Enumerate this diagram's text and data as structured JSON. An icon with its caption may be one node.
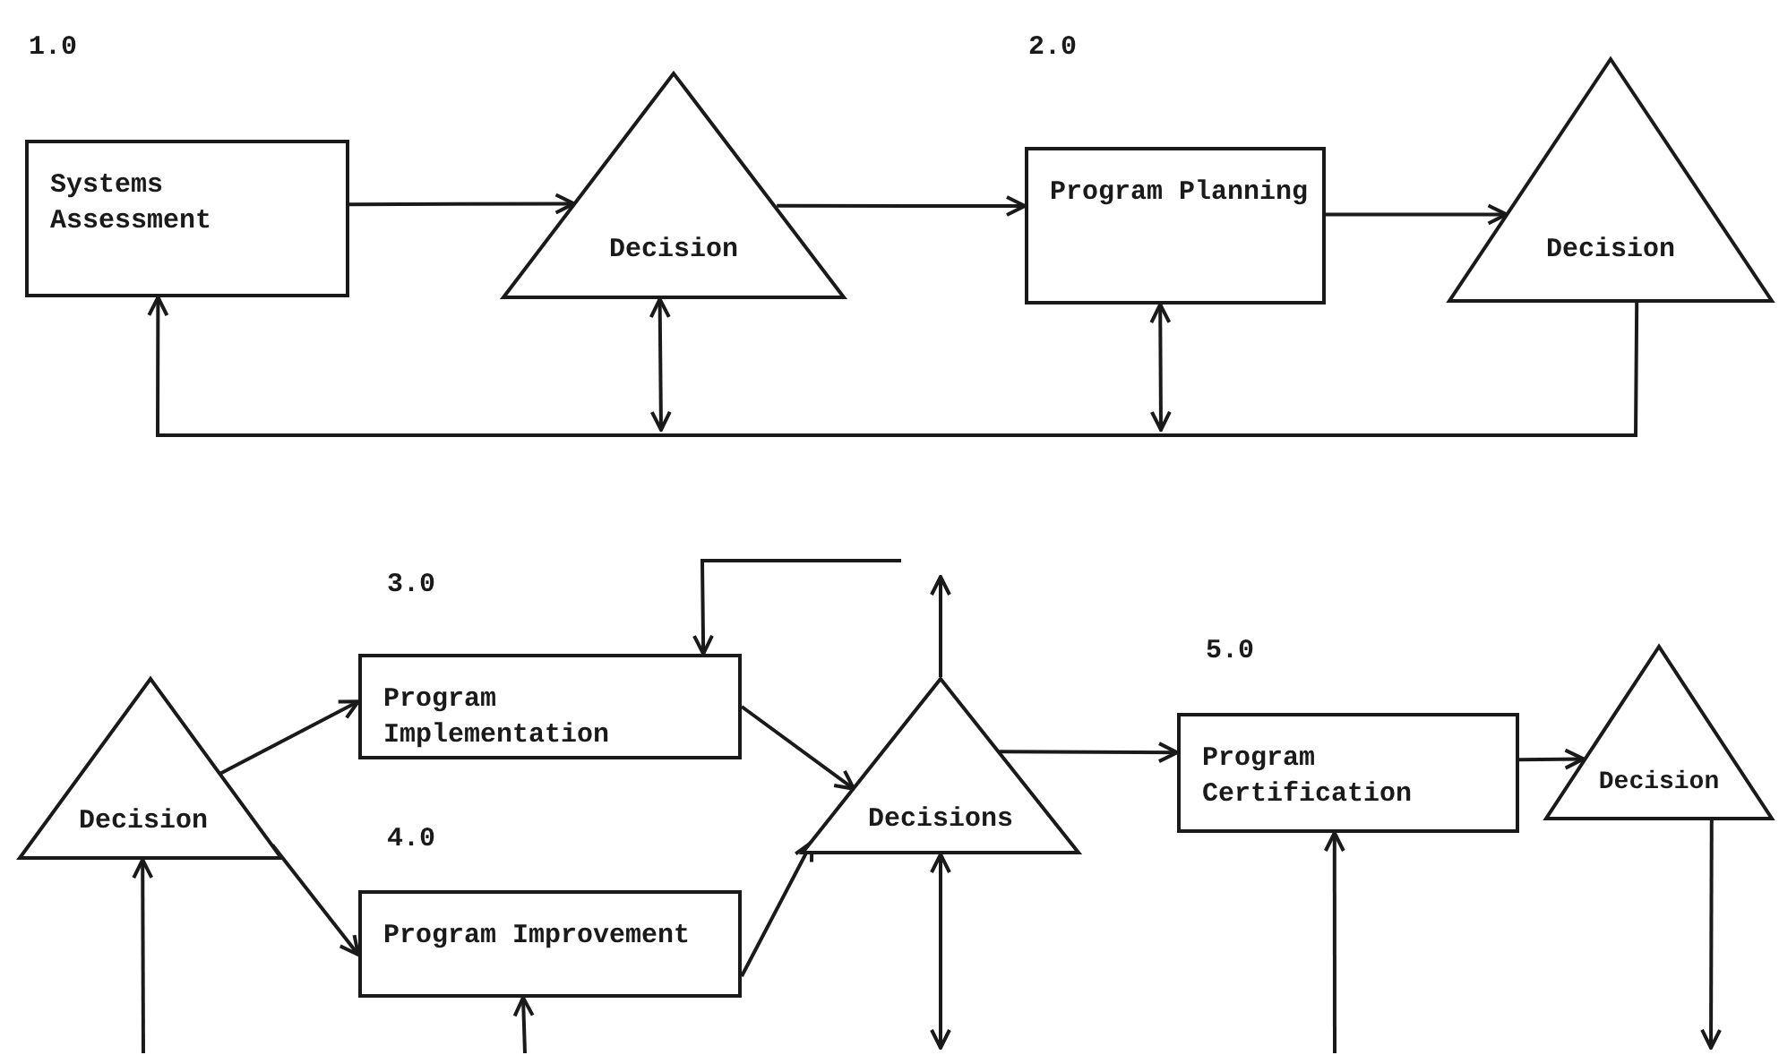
{
  "diagram": {
    "nodes": [
      {
        "text": [
          "Systems Assessment"
        ],
        "beside": [
          "1.0"
        ]
      },
      {
        "text": [
          "Decision"
        ]
      },
      {
        "text": [
          "Program Planning"
        ],
        "beside": [
          "2.0"
        ]
      },
      {
        "text": [
          "Decision"
        ]
      },
      {
        "text": [
          "Decision"
        ]
      },
      {
        "text": [
          "Program Implementation"
        ],
        "beside": [
          "3.0"
        ]
      },
      {
        "text": [
          "Program Improvement"
        ],
        "beside": [
          "4.0"
        ]
      },
      {
        "text": [
          "Decisions"
        ]
      },
      {
        "text": [
          "Program Certification"
        ],
        "beside": [
          "5.0"
        ]
      },
      {
        "text": [
          "Decision"
        ]
      }
    ],
    "edges": [
      {
        "from": 0,
        "to": 1,
        "arrow": "to"
      },
      {
        "from": 1,
        "to": 2,
        "arrow": "to"
      },
      {
        "from": 2,
        "to": 3,
        "arrow": "to"
      },
      {
        "from": 3,
        "to": 0,
        "arrow": "to"
      },
      {
        "from": 1,
        "to": null,
        "arrow": "both"
      },
      {
        "from": 2,
        "to": null,
        "arrow": "both"
      },
      {
        "from": 4,
        "to": 5,
        "arrow": "to"
      },
      {
        "from": 4,
        "to": 6,
        "arrow": "to"
      },
      {
        "from": 5,
        "to": 7,
        "arrow": "to"
      },
      {
        "from": 6,
        "to": 7,
        "arrow": "to"
      },
      {
        "from": 7,
        "to": 8,
        "arrow": "to"
      },
      {
        "from": 8,
        "to": 9,
        "arrow": "to"
      },
      {
        "from": 7,
        "to": null,
        "arrow": "to"
      },
      {
        "from": null,
        "to": 5,
        "arrow": "to"
      },
      {
        "from": 7,
        "to": null,
        "arrow": "both"
      },
      {
        "from": null,
        "to": 4,
        "arrow": "to"
      },
      {
        "from": null,
        "to": 6,
        "arrow": "to"
      },
      {
        "from": null,
        "to": 8,
        "arrow": "to"
      },
      {
        "from": 9,
        "to": null,
        "arrow": "to"
      }
    ]
  }
}
